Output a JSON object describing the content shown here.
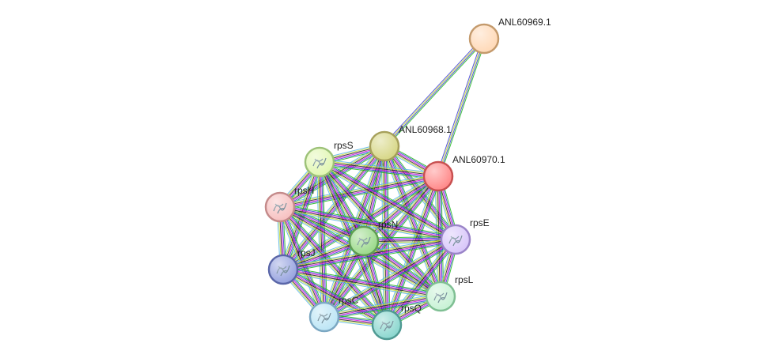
{
  "network": {
    "nodes": [
      {
        "id": "ANL60969.1",
        "label": "ANL60969.1",
        "color": "#FFDAB9",
        "stroke": "#C49A6C",
        "structure": false
      },
      {
        "id": "ANL60968.1",
        "label": "ANL60968.1",
        "color": "#D8D88A",
        "stroke": "#A6A05A",
        "structure": false
      },
      {
        "id": "ANL60970.1",
        "label": "ANL60970.1",
        "color": "#FF8C8C",
        "stroke": "#C85050",
        "structure": false
      },
      {
        "id": "rpsS",
        "label": "rpsS",
        "color": "#E2F7B4",
        "stroke": "#9DC278",
        "structure": true
      },
      {
        "id": "rpsH",
        "label": "rpsH",
        "color": "#F7C2C2",
        "stroke": "#C48A8A",
        "structure": true
      },
      {
        "id": "rpsN",
        "label": "rpsN",
        "color": "#9EDB8E",
        "stroke": "#5F9E53",
        "structure": true
      },
      {
        "id": "rpsE",
        "label": "rpsE",
        "color": "#D9C8FA",
        "stroke": "#9A84C8",
        "structure": true
      },
      {
        "id": "rpsJ",
        "label": "rpsJ",
        "color": "#9AA6E0",
        "stroke": "#5A66A8",
        "structure": true
      },
      {
        "id": "rpsL",
        "label": "rpsL",
        "color": "#C9F2D6",
        "stroke": "#7FBF93",
        "structure": true
      },
      {
        "id": "rpsC",
        "label": "rpsC",
        "color": "#BEE6F5",
        "stroke": "#7BA7C2",
        "structure": true
      },
      {
        "id": "rpsQ",
        "label": "rpsQ",
        "color": "#8ED8D0",
        "stroke": "#4F9A93",
        "structure": true
      }
    ],
    "edge_colors": [
      "#1CB51C",
      "#3A3AD6",
      "#D60FD6",
      "#222222",
      "#C8D932",
      "#55B4E8"
    ]
  }
}
